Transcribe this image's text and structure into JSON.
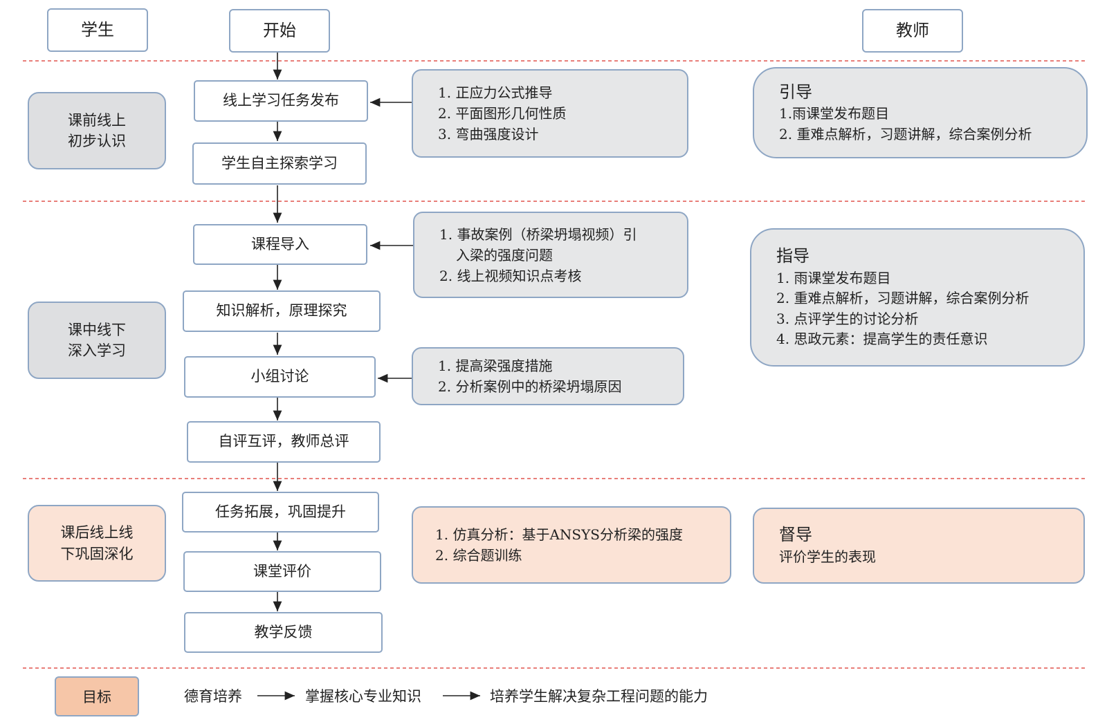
{
  "headers": {
    "student": "学生",
    "start": "开始",
    "teacher": "教师"
  },
  "stages": {
    "pre": "课前线上\n初步认识",
    "in": "课中线下\n深入学习",
    "post": "课后线上线\n下巩固深化"
  },
  "steps": {
    "s1": "线上学习任务发布",
    "s2": "学生自主探索学习",
    "s3": "课程导入",
    "s4": "知识解析，原理探究",
    "s5": "小组讨论",
    "s6": "自评互评，教师总评",
    "s7": "任务拓展，巩固提升",
    "s8": "课堂评价",
    "s9": "教学反馈"
  },
  "notes": {
    "n1": [
      "1. 正应力公式推导",
      "2. 平面图形几何性质",
      "3. 弯曲强度设计"
    ],
    "n2": [
      "1. 事故案例（桥梁坍塌视频）引",
      "入梁的强度问题",
      "2. 线上视频知识点考核"
    ],
    "n3": [
      "1. 提高梁强度措施",
      "2. 分析案例中的桥梁坍塌原因"
    ],
    "n4": [
      "1. 仿真分析：基于ANSYS分析梁的强度",
      "2. 综合题训练"
    ]
  },
  "teacher": {
    "t1": {
      "title": "引导",
      "lines": [
        "1.雨课堂发布题目",
        "2. 重难点解析，习题讲解，综合案例分析"
      ]
    },
    "t2": {
      "title": "指导",
      "lines": [
        "1. 雨课堂发布题目",
        "2. 重难点解析，习题讲解，综合案例分析",
        "3. 点评学生的讨论分析",
        "4. 思政元素：提高学生的责任意识"
      ]
    },
    "t3": {
      "title": "督导",
      "lines": [
        "评价学生的表现"
      ]
    }
  },
  "goal": {
    "label": "目标",
    "g1": "德育培养",
    "g2": "掌握核心专业知识",
    "g3": "培养学生解决复杂工程问题的能力"
  },
  "colors": {
    "border": "#8ea6c4",
    "divider": "#e0534d",
    "gray": "#e6e7e8",
    "warm": "#fbe3d6",
    "goal": "#f6c6a8"
  }
}
